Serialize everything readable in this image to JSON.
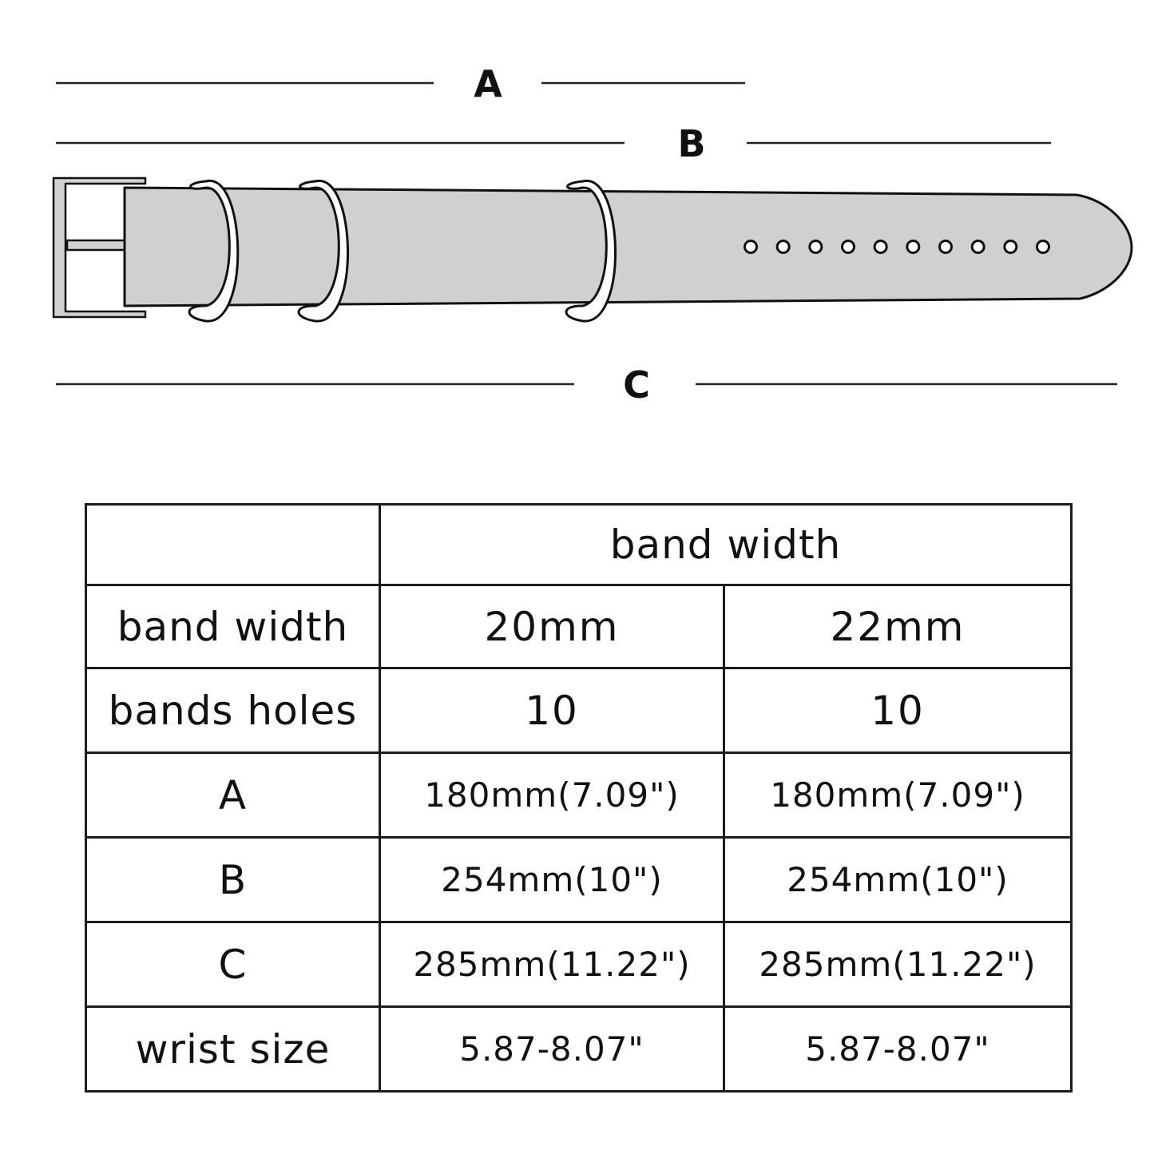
{
  "diagram": {
    "labels": {
      "a": "A",
      "b": "B",
      "c": "C"
    },
    "hole_count": 10,
    "colors": {
      "strap_fill": "#d0d0d0",
      "outline": "#111111",
      "line": "#222222"
    }
  },
  "table": {
    "group_header": "band width",
    "rows": [
      {
        "label": "band width",
        "values": [
          "20mm",
          "22mm"
        ]
      },
      {
        "label": "bands holes",
        "values": [
          "10",
          "10"
        ]
      },
      {
        "label": "A",
        "values": [
          "180mm(7.09\")",
          "180mm(7.09\")"
        ]
      },
      {
        "label": "B",
        "values": [
          "254mm(10\")",
          "254mm(10\")"
        ]
      },
      {
        "label": "C",
        "values": [
          "285mm(11.22\")",
          "285mm(11.22\")"
        ]
      },
      {
        "label": "wrist size",
        "values": [
          "5.87-8.07\"",
          "5.87-8.07\""
        ]
      }
    ]
  }
}
